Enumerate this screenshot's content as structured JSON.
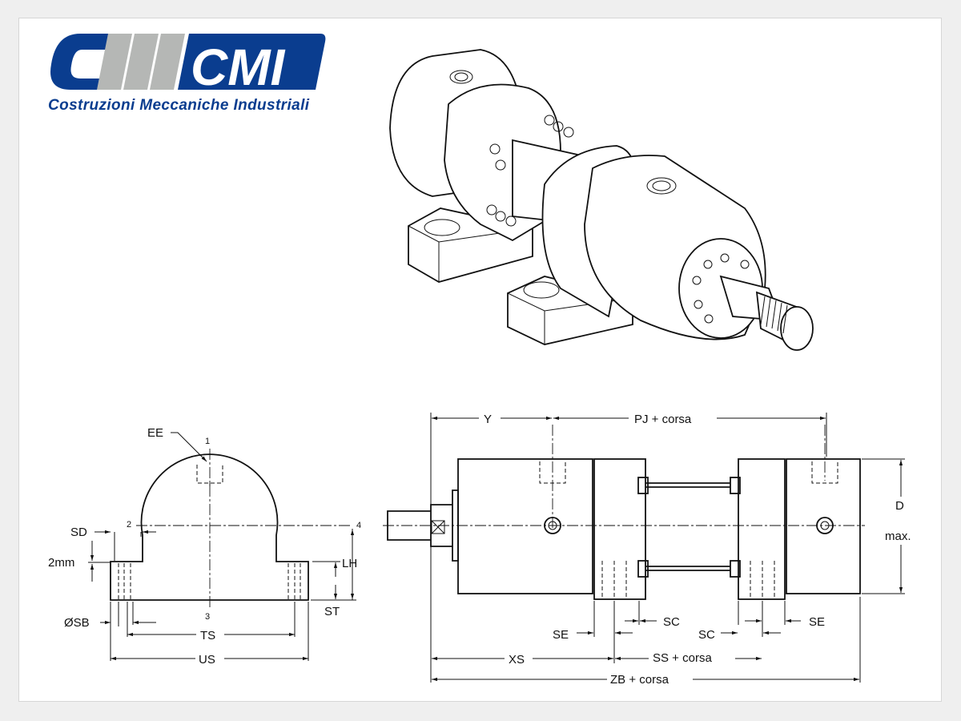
{
  "logo": {
    "mark": "CMI",
    "tagline": "Costruzioni Meccaniche Industriali",
    "brand_color": "#0a3d8f",
    "gray_color": "#b5b7b5"
  },
  "side_view": {
    "labels": {
      "ee": "EE",
      "sd": "SD",
      "two_mm": "2mm",
      "osb": "ØSB",
      "ts": "TS",
      "us": "US",
      "lh": "LH",
      "st": "ST"
    },
    "port_numbers": [
      "1",
      "2",
      "3",
      "4"
    ]
  },
  "front_view": {
    "labels": {
      "y": "Y",
      "pj": "PJ + corsa",
      "d": "D",
      "max": "max.",
      "se_left": "SE",
      "sc_left": "SC",
      "sc_right": "SC",
      "se_right": "SE",
      "xs": "XS",
      "ss": "SS + corsa",
      "zb": "ZB + corsa"
    }
  }
}
